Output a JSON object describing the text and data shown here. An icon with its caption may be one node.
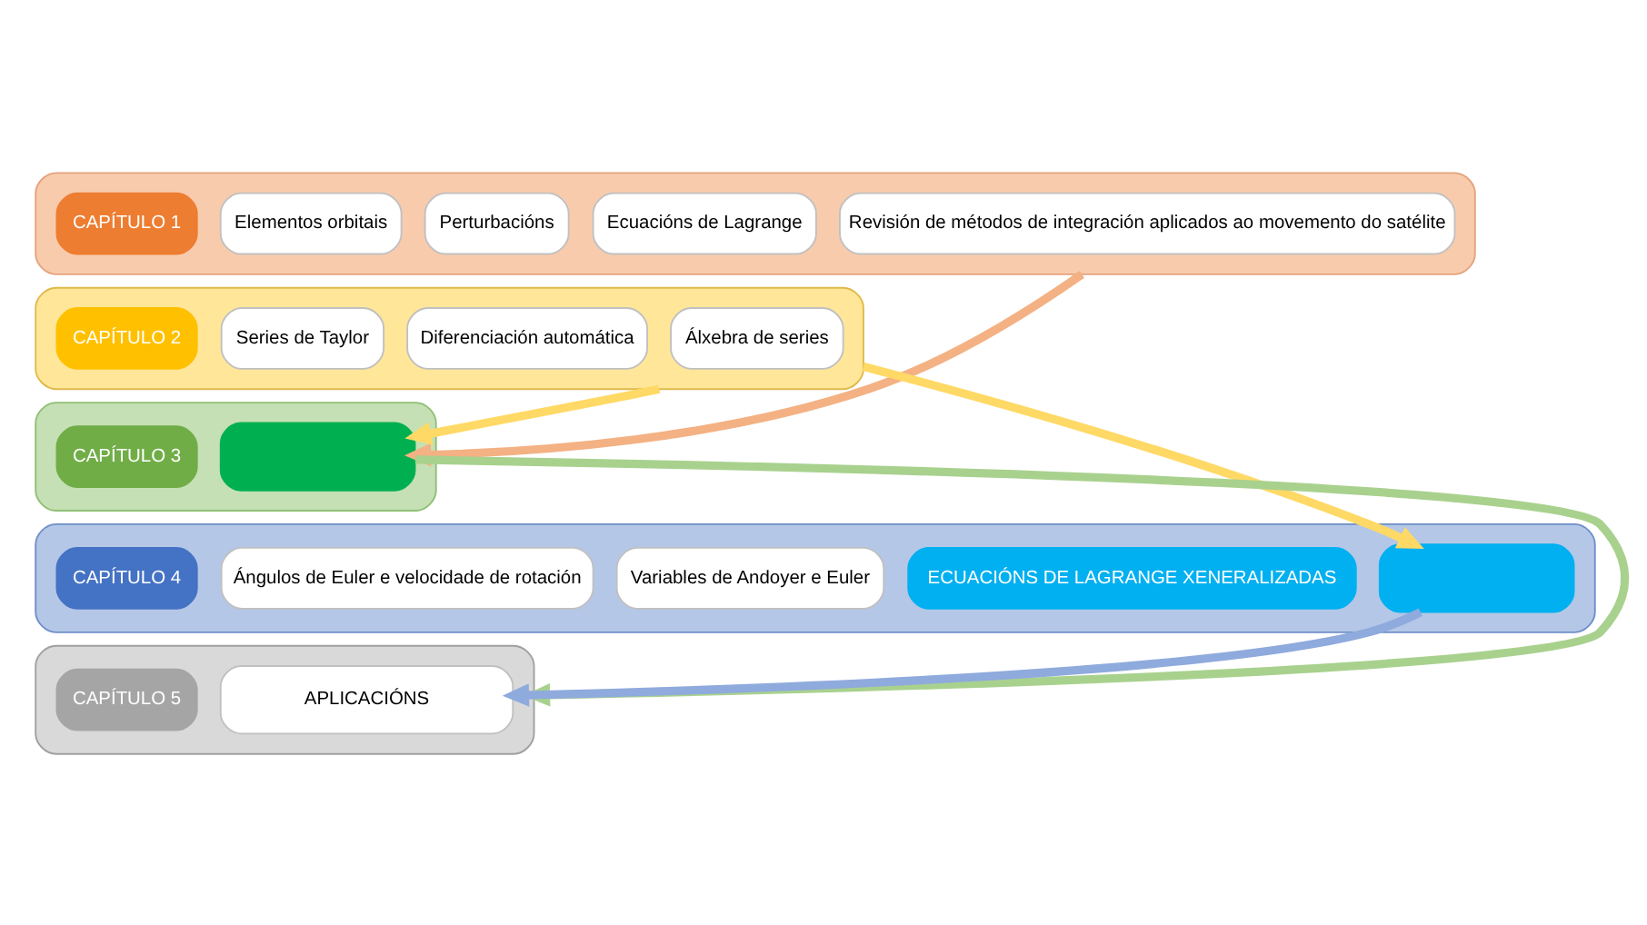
{
  "diagram": {
    "nodes": [
      {
        "text": [],
        "shape": "box"
      },
      {
        "text": [
          "CAPÍTULO 1"
        ],
        "in": 0
      },
      {
        "text": [
          "Elementos orbitais"
        ],
        "in": 0
      },
      {
        "text": [
          "Perturbacións"
        ],
        "in": 0
      },
      {
        "text": [
          "Ecuacións de Lagrange"
        ],
        "in": 0
      },
      {
        "text": [
          "Revisión de métodos de integración aplicados ao movemento do satélite"
        ],
        "in": 0
      },
      {
        "text": [],
        "shape": "box"
      },
      {
        "text": [
          "CAPÍTULO 2"
        ],
        "in": 6
      },
      {
        "text": [
          "Series de Taylor"
        ],
        "in": 6
      },
      {
        "text": [
          "Diferenciación automática"
        ],
        "in": 6
      },
      {
        "text": [
          "Álxebra de series"
        ],
        "in": 6
      },
      {
        "text": [],
        "shape": "box"
      },
      {
        "text": [
          "CAPÍTULO 3"
        ],
        "in": 11
      },
      {
        "text": [],
        "shape": "box",
        "in": 11
      },
      {
        "text": [],
        "shape": "box"
      },
      {
        "text": [
          "CAPÍTULO 4"
        ],
        "in": 14
      },
      {
        "text": [
          "Ángulos de Euler e velocidade de rotación"
        ],
        "in": 14
      },
      {
        "text": [
          "Variables de Andoyer e Euler"
        ],
        "in": 14
      },
      {
        "text": [
          "ECUACIÓNS DE LAGRANGE XENERALIZADAS"
        ],
        "in": 14
      },
      {
        "text": [],
        "shape": "box",
        "in": 14
      },
      {
        "text": [],
        "shape": "box"
      },
      {
        "text": [
          "CAPÍTULO 5"
        ],
        "in": 20
      },
      {
        "text": [
          "APLICACIÓNS"
        ],
        "in": 20
      }
    ],
    "edges": [
      {
        "from": 0,
        "to": 13,
        "arrow": "to",
        "color": "#f4b183"
      },
      {
        "from": 6,
        "to": 13,
        "arrow": "to",
        "color": "#ffd966"
      },
      {
        "from": 6,
        "to": 19,
        "arrow": "to",
        "color": "#ffd966"
      },
      {
        "from": 13,
        "to": 20,
        "arrow": "to",
        "color": "#a9d18e"
      },
      {
        "from": 19,
        "to": 22,
        "arrow": "to",
        "color": "#8faadc"
      }
    ]
  }
}
